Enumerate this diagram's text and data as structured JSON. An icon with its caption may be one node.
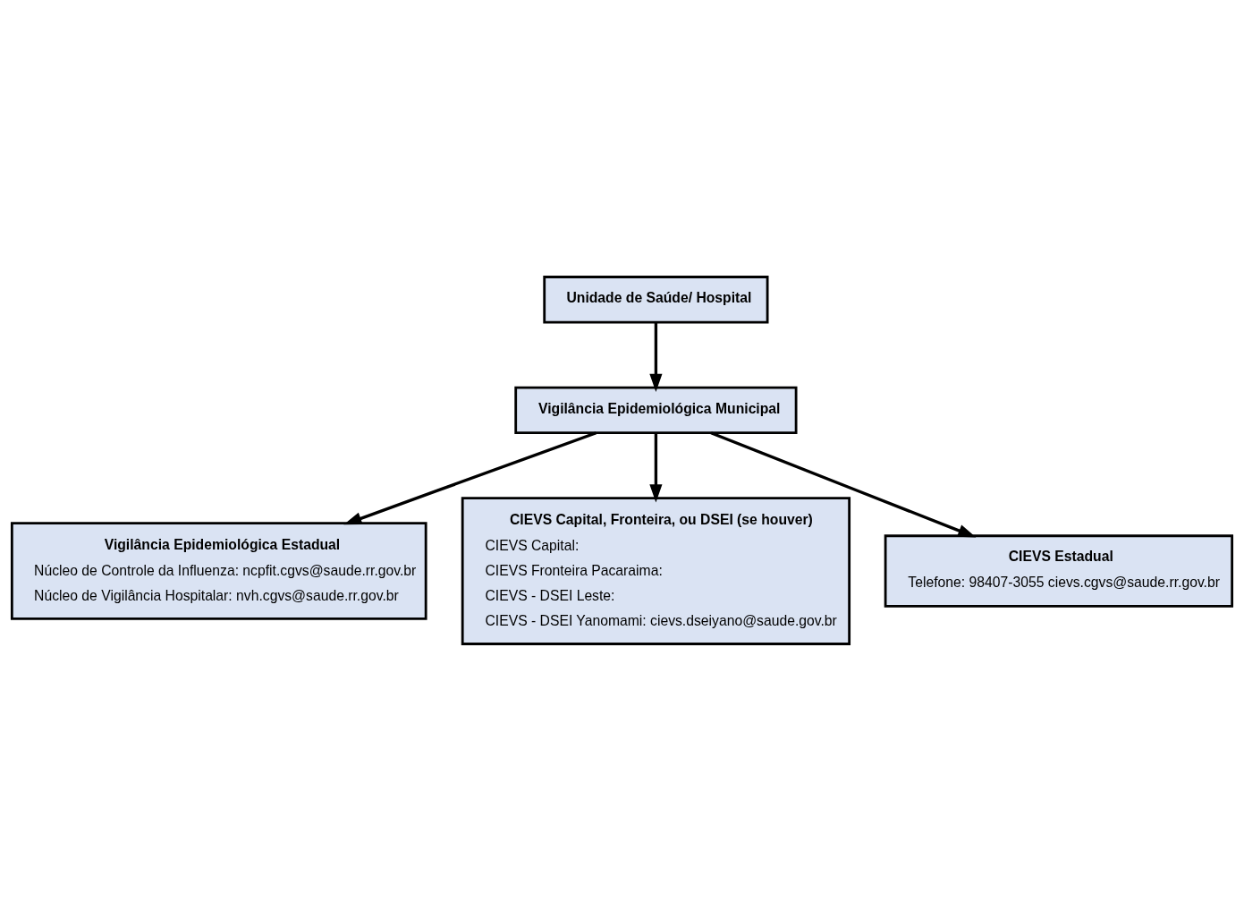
{
  "diagram": {
    "nodes": [
      {
        "text": [
          "Unidade de Saúde/ Hospital"
        ]
      },
      {
        "text": [
          "Vigilância Epidemiológica Municipal"
        ]
      },
      {
        "text": [
          "Vigilância Epidemiológica Estadual",
          "Núcleo de Controle da Influenza: ncpfit.cgvs@saude.rr.gov.br",
          "Núcleo de Vigilância Hospitalar: nvh.cgvs@saude.rr.gov.br"
        ]
      },
      {
        "text": [
          "CIEVS Capital, Fronteira, ou DSEI (se houver)",
          "CIEVS Capital:",
          "CIEVS Fronteira Pacaraima:",
          "CIEVS - DSEI Leste:",
          "CIEVS - DSEI Yanomami: cievs.dseiyano@saude.gov.br"
        ]
      },
      {
        "text": [
          "CIEVS Estadual",
          "Telefone: 98407-3055 cievs.cgvs@saude.rr.gov.br"
        ]
      }
    ],
    "edges": [
      {
        "from": 0,
        "to": 1,
        "arrow": "to"
      },
      {
        "from": 1,
        "to": 2,
        "arrow": "to"
      },
      {
        "from": 1,
        "to": 3,
        "arrow": "to"
      },
      {
        "from": 1,
        "to": 4,
        "arrow": "to"
      }
    ]
  }
}
